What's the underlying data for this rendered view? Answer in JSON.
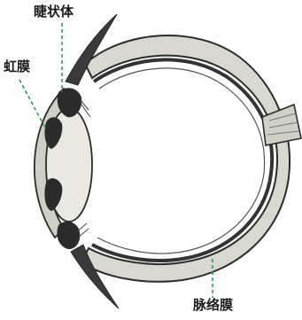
{
  "labels": {
    "ciliary_body": "睫状体",
    "iris": "虹膜",
    "choroid": "脉络膜"
  },
  "colors": {
    "sclera_fill": "#d8d8d0",
    "outline": "#2b2b2b",
    "choroid": "#333333",
    "lens_fill": "#e9e9e2",
    "cornea_fill": "#cfcfc6",
    "leader_line": "#2e9a5a"
  }
}
